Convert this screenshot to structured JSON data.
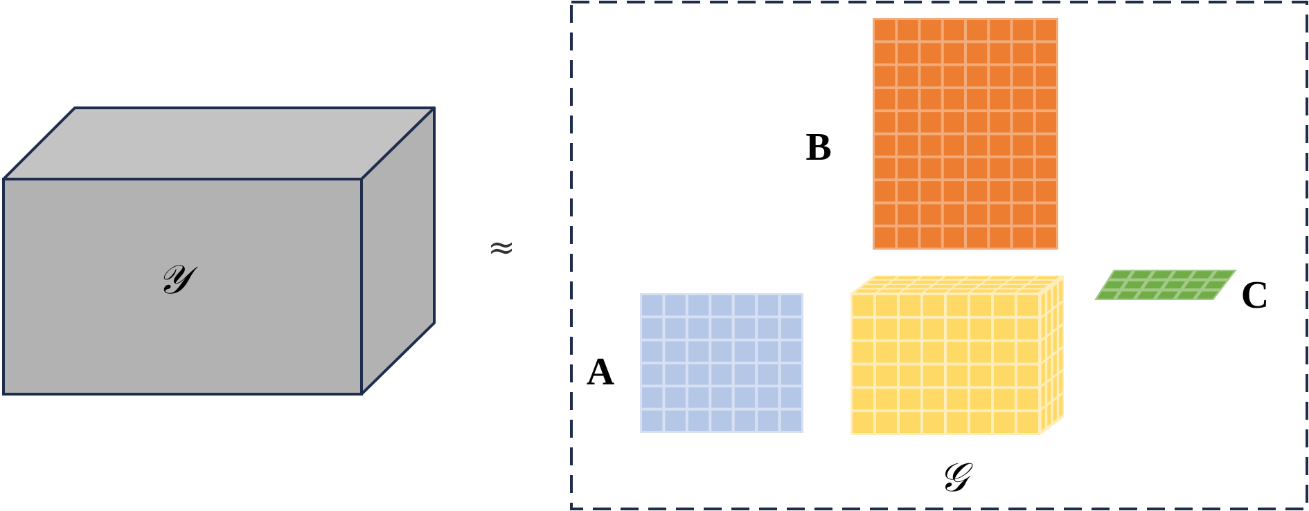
{
  "tensor": {
    "label": "𝒴"
  },
  "approx_symbol": "≈",
  "factors": {
    "a": {
      "label": "A",
      "color": "#b4c7e7",
      "rows": 6,
      "cols": 7
    },
    "b": {
      "label": "B",
      "color": "#ed7d31",
      "rows": 10,
      "cols": 8
    },
    "core": {
      "label": "𝒢",
      "color": "#ffd966",
      "rows": 6,
      "cols": 8
    },
    "c": {
      "label": "C",
      "color": "#70ad47",
      "rows": 3,
      "cols": 6
    }
  },
  "colors": {
    "outline": "#1f2d4d",
    "tensor_front": "#b2b2b2",
    "tensor_top": "#c3c3c3",
    "tensor_side": "#b2b2b2"
  }
}
